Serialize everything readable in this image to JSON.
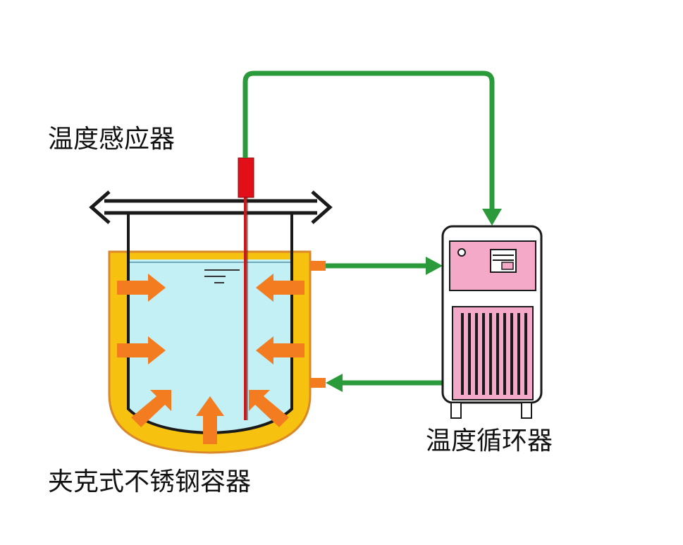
{
  "labels": {
    "sensor": "温度感应器",
    "circulator": "温度循环器",
    "vessel": "夹克式不锈钢容器"
  },
  "colors": {
    "jacket": "#f7c20f",
    "jacket_border": "#d9882a",
    "liquid": "#c2f0f4",
    "heat_arrow": "#f47c20",
    "pipe_arrow": "#2a9a3a",
    "sensor_body": "#e10f17",
    "sensor_rod": "#c81a1a",
    "panel": "#f5a9c8",
    "lid": "#ffffff",
    "outline": "#1a1a1a"
  },
  "icons": {
    "heat_flow": "right-arrow",
    "pipe_flow": "flow-arrow",
    "power_button": "circle-icon",
    "display": "display-icon",
    "vent": "vent-grille-icon"
  }
}
